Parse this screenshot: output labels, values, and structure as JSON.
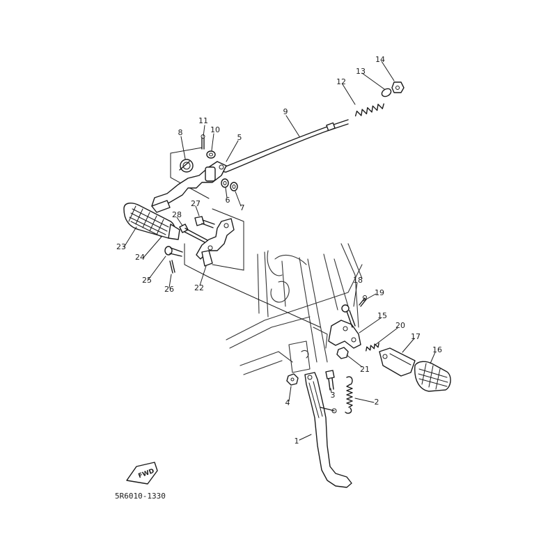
{
  "diagram": {
    "part_labels": [
      "1",
      "2",
      "3",
      "4",
      "5",
      "6",
      "7",
      "8",
      "9",
      "10",
      "11",
      "12",
      "13",
      "14",
      "15",
      "16",
      "17",
      "18",
      "19",
      "20",
      "21",
      "22",
      "23",
      "24",
      "25",
      "26",
      "27",
      "28"
    ],
    "direction_mark": "FWD",
    "drawing_code": "5R6010-1330"
  }
}
